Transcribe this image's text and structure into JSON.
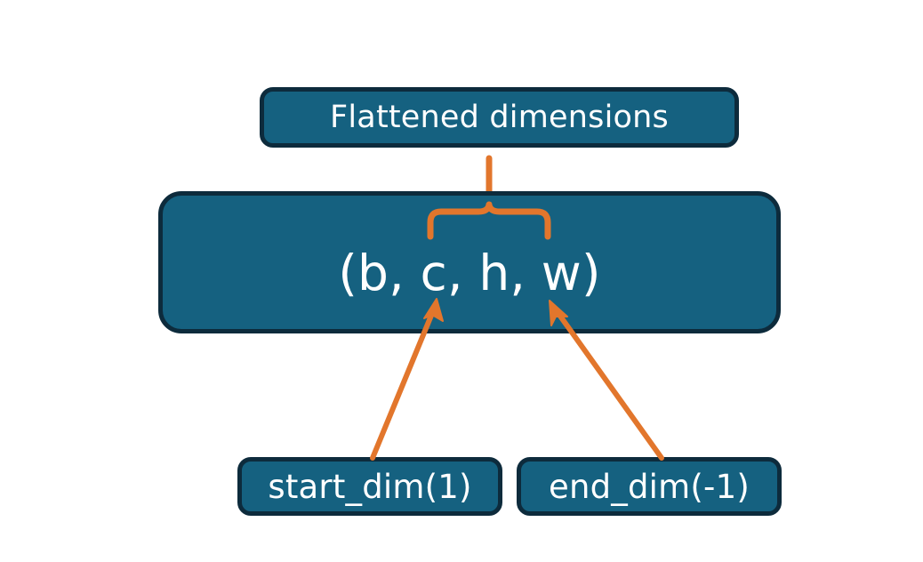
{
  "diagram": {
    "title_node": {
      "label": "Flattened dimensions",
      "name": "flattened-dimensions-node"
    },
    "shape_node": {
      "label": "(b, c, h, w)",
      "name": "tensor-shape-node"
    },
    "argument_nodes": [
      {
        "label": "start_dim(1)",
        "name": "start-dim-node"
      },
      {
        "label": "end_dim(-1)",
        "name": "end-dim-node"
      }
    ],
    "connectors": [
      {
        "name": "flattened-dimensions-brace",
        "type": "curly-brace-up",
        "from": "tensor-shape-node",
        "to": "flattened-dimensions-node"
      },
      {
        "name": "start-dim-arrow",
        "type": "arrow",
        "from": "start-dim-node",
        "to": "tensor-shape-node"
      },
      {
        "name": "end-dim-arrow",
        "type": "arrow",
        "from": "end-dim-node",
        "to": "tensor-shape-node"
      }
    ],
    "colors": {
      "node_fill": "#156180",
      "node_border": "#0d2b3c",
      "node_text": "#ffffff",
      "connector": "#e2762c",
      "background": "#ffffff"
    }
  }
}
